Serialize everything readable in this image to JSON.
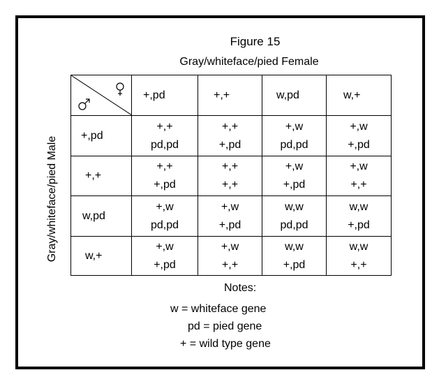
{
  "figure": {
    "title": "Figure 15",
    "female_label": "Gray/whiteface/pied Female",
    "male_label": "Gray/whiteface/pied Male"
  },
  "symbols": {
    "female": "♀",
    "male": "♂"
  },
  "columns": [
    "+,pd",
    "+,+",
    "w,pd",
    "w,+"
  ],
  "rows": [
    {
      "header": "+,pd",
      "cells": [
        [
          "+,+",
          "pd,pd"
        ],
        [
          "+,+",
          "+,pd"
        ],
        [
          "+,w",
          "pd,pd"
        ],
        [
          "+,w",
          "+,pd"
        ]
      ]
    },
    {
      "header": "+,+",
      "cells": [
        [
          "+,+",
          "+,pd"
        ],
        [
          "+,+",
          "+,+"
        ],
        [
          "+,w",
          "+,pd"
        ],
        [
          "+,w",
          "+,+"
        ]
      ]
    },
    {
      "header": "w,pd",
      "cells": [
        [
          "+,w",
          "pd,pd"
        ],
        [
          "+,w",
          "+,pd"
        ],
        [
          "w,w",
          "pd,pd"
        ],
        [
          "w,w",
          "+,pd"
        ]
      ]
    },
    {
      "header": "w,+",
      "cells": [
        [
          "+,w",
          "+,pd"
        ],
        [
          "+,w",
          "+,+"
        ],
        [
          "w,w",
          "+,pd"
        ],
        [
          "w,w",
          "+,+"
        ]
      ]
    }
  ],
  "notes": {
    "heading": "Notes:",
    "items": [
      "w = whiteface gene",
      "pd = pied gene",
      "+ = wild type gene"
    ]
  }
}
